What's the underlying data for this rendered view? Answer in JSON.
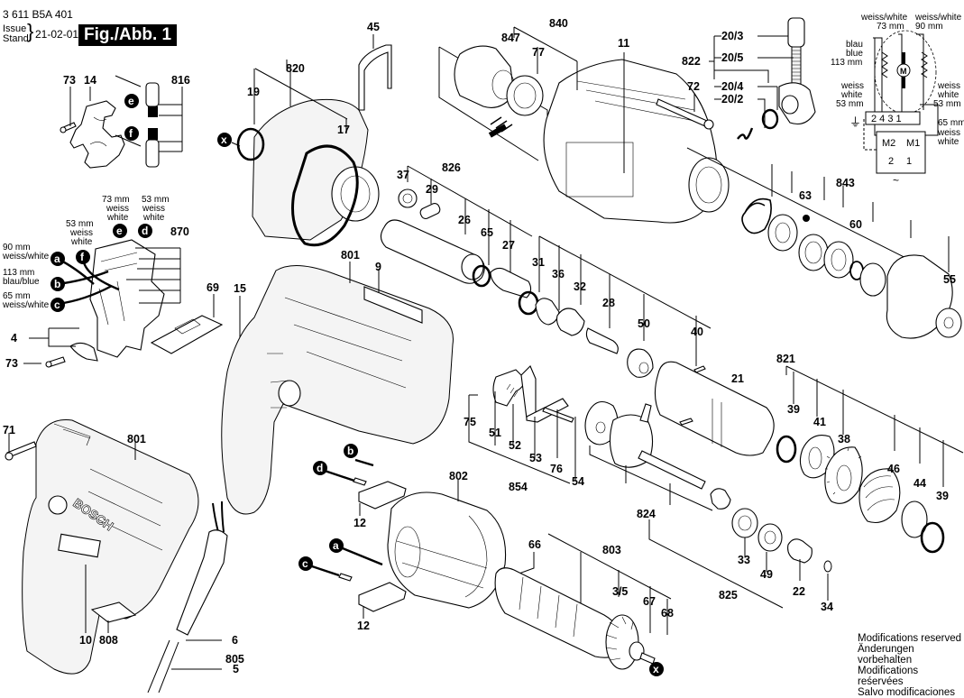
{
  "header": {
    "document_number": "3 611 B5A 401",
    "issue_label_en": "Issue",
    "issue_label_de": "Stand",
    "issue_date": "21-02-01",
    "figure_label": "Fig./Abb. 1"
  },
  "footer": {
    "notice_en": "Modifications reserved",
    "notice_de": "Änderungen vorbehalten",
    "notice_fr": "Modifications reśervées",
    "notice_es": "Salvo modificaciones"
  },
  "part_labels": {
    "p73a": "73",
    "p14": "14",
    "p816": "816",
    "p19": "19",
    "p820": "820",
    "p17": "17",
    "p45": "45",
    "p847": "847",
    "p77": "77",
    "p840": "840",
    "p11": "11",
    "p822": "822",
    "p20_3": "20/3",
    "p20_5": "20/5",
    "p20_4": "20/4",
    "p20_2": "20/2",
    "p72": "72",
    "p37": "37",
    "p826": "826",
    "p29": "29",
    "p26": "26",
    "p65": "65",
    "p27": "27",
    "p63": "63",
    "p843": "843",
    "p60": "60",
    "p55": "55",
    "p870": "870",
    "p4": "4",
    "p73b": "73",
    "p69": "69",
    "p15": "15",
    "p801a": "801",
    "p9": "9",
    "p31": "31",
    "p36": "36",
    "p32": "32",
    "p28": "28",
    "p50": "50",
    "p40": "40",
    "p21": "21",
    "p821": "821",
    "p39a": "39",
    "p41": "41",
    "p38": "38",
    "p46": "46",
    "p44": "44",
    "p39b": "39",
    "p75": "75",
    "p51": "51",
    "p52": "52",
    "p53": "53",
    "p76": "76",
    "p54": "54",
    "p854": "854",
    "p824": "824",
    "p33": "33",
    "p49": "49",
    "p22": "22",
    "p34": "34",
    "p825": "825",
    "p71": "71",
    "p801b": "801",
    "p10": "10",
    "p808": "808",
    "p6": "6",
    "p805": "805",
    "p5": "5",
    "p802": "802",
    "p12a": "12",
    "p12b": "12",
    "p66": "66",
    "p803": "803",
    "p3_5": "3/5",
    "p67": "67",
    "p68": "68"
  },
  "callouts": {
    "a": "a",
    "b": "b",
    "c": "c",
    "d": "d",
    "e": "e",
    "f": "f",
    "x": "x"
  },
  "switch_wiring": {
    "a_len": "90 mm",
    "a_color": "weiss/white",
    "b_len": "113 mm",
    "b_color": "blau/blue",
    "c_len": "65 mm",
    "c_color": "weiss/white",
    "f_len": "53 mm",
    "f_color_de": "weiss",
    "f_color_en": "white",
    "e_len": "73 mm",
    "e_color_de": "weiss",
    "e_color_en": "white",
    "d_len": "53 mm",
    "d_color_de": "weiss",
    "d_color_en": "white"
  },
  "schematic": {
    "top_left_color": "weiss/white",
    "top_left_len": "73 mm",
    "top_right_color": "weiss/white",
    "top_right_len": "90 mm",
    "blue_de": "blau",
    "blue_en": "blue",
    "blue_len": "113 mm",
    "lw_de": "weiss",
    "lw_en": "white",
    "lw_len": "53 mm",
    "rw_de": "weiss",
    "rw_en": "white",
    "rw_len": "53 mm",
    "r65_len": "65 mm",
    "r65_de": "weiss",
    "r65_en": "white",
    "terminals": "2 4 3 1",
    "motor": "M",
    "m2": "M2",
    "m1": "M1",
    "in2": "2",
    "in1": "1",
    "ac_symbol": "~",
    "earth_symbol": "⏚"
  },
  "branding": {
    "housing_logo": "BOSCH"
  }
}
